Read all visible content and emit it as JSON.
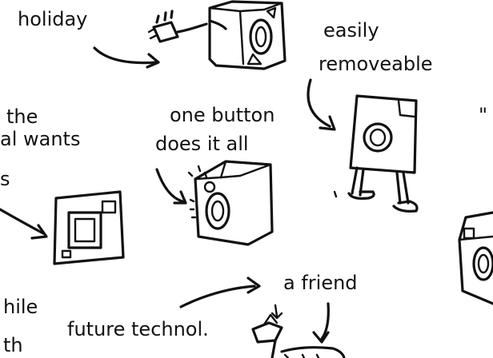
{
  "labels": {
    "holiday": "holiday",
    "easily": "easily",
    "removeable": "removeable",
    "the": "the",
    "al_wants": "al wants",
    "s": "s",
    "one_button": "one button",
    "does_it_all": "does it all",
    "a_friend": "a friend",
    "while": "hile",
    "th": "th",
    "future": "future technol.",
    "quote": "\""
  },
  "colors": {
    "ink": "#111111",
    "paper": "#ffffff"
  }
}
